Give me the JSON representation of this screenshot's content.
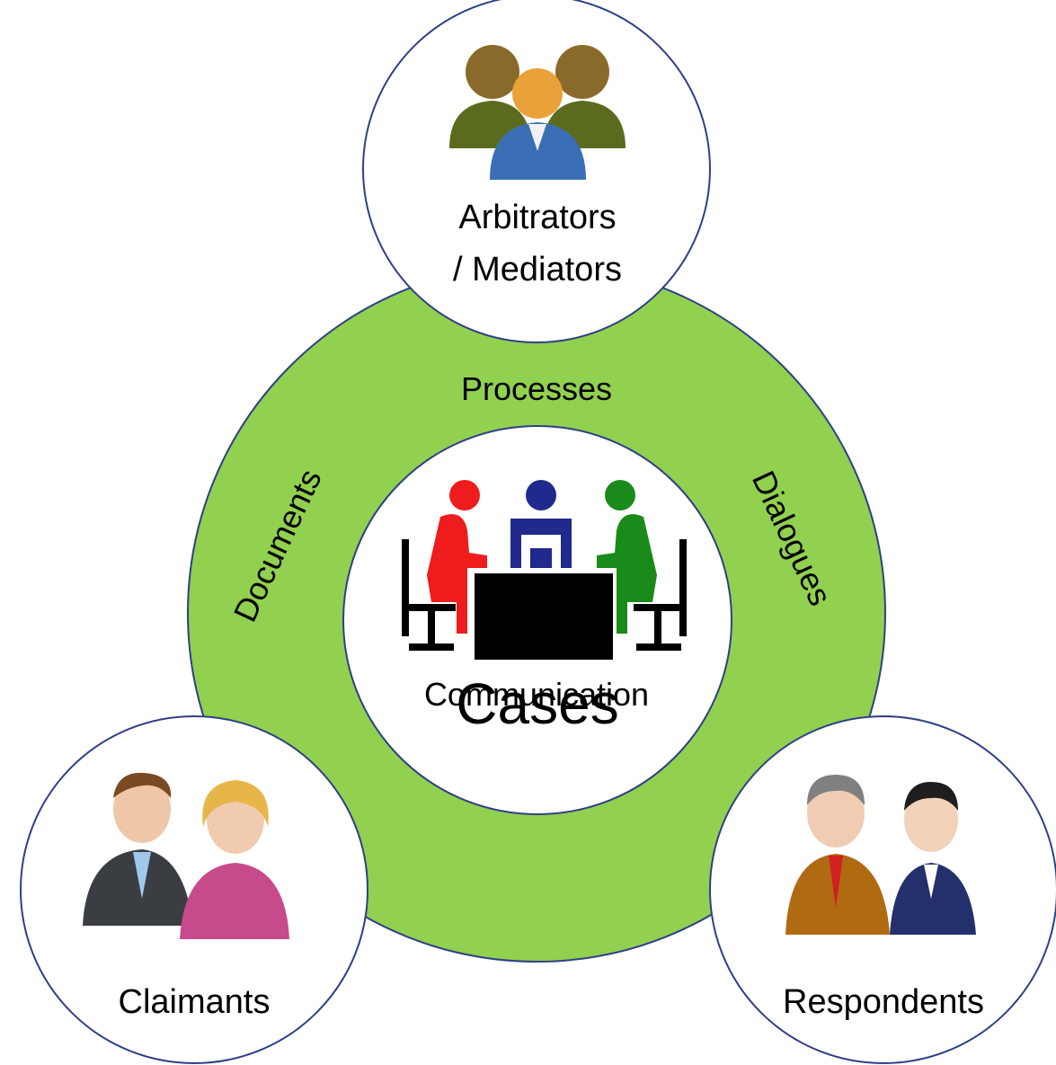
{
  "center": {
    "label": "Cases",
    "icon": "meeting-table-icon"
  },
  "ring": {
    "labels": {
      "top": "Processes",
      "left": "Documents",
      "right": "Dialogues",
      "bottom": "Communication"
    }
  },
  "nodes": {
    "arbitrators": {
      "line1": "Arbitrators",
      "line2": "/ Mediators",
      "icon": "group-users-icon"
    },
    "claimants": {
      "label": "Claimants",
      "icon": "man-and-woman-icon"
    },
    "respondents": {
      "label": "Respondents",
      "icon": "two-businessmen-icon"
    }
  },
  "colors": {
    "ring_fill": "#92d050",
    "circle_stroke": "#2f3f86",
    "white": "#ffffff",
    "figure_red": "#ee1c1c",
    "figure_blue": "#1f2a8c",
    "figure_green": "#1a8a1a",
    "table_black": "#000000"
  }
}
